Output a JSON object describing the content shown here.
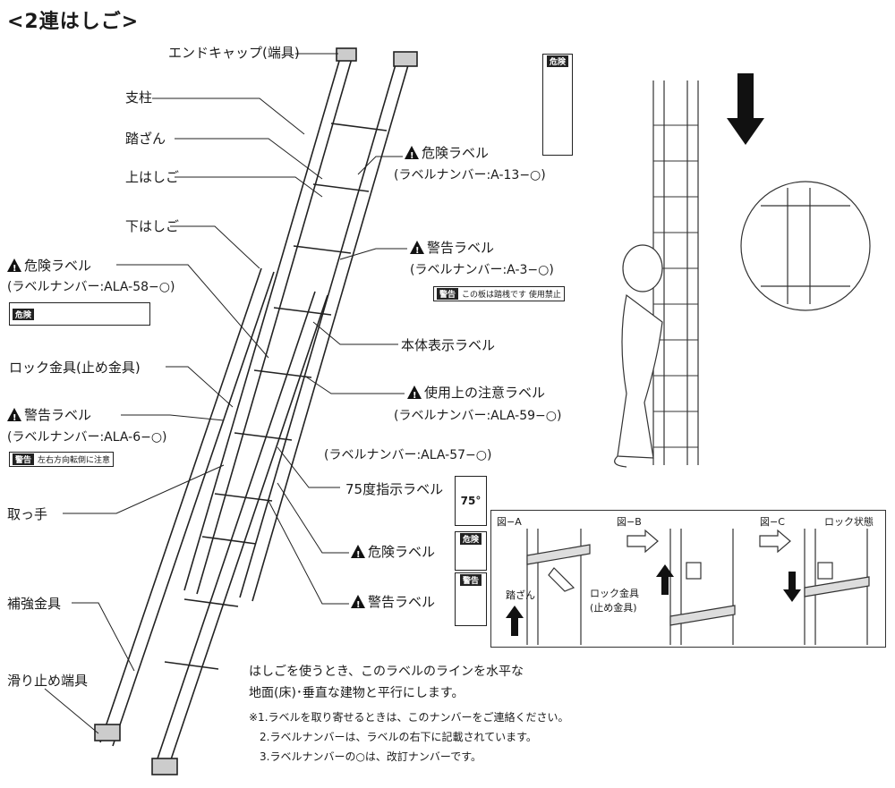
{
  "title": "<2連はしご>",
  "labels": {
    "end_cap": "エンドキャップ(端具)",
    "pillar": "支柱",
    "rung": "踏ざん",
    "upper_ladder": "上はしご",
    "lower_ladder": "下はしご",
    "danger_left": "危険ラベル",
    "danger_left_num": "(ラベルナンバー:ALA-58−○)",
    "lock": "ロック金具(止め金具)",
    "warning_left": "警告ラベル",
    "warning_left_num": "(ラベルナンバー:ALA-6−○)",
    "handle": "取っ手",
    "reinforce": "補強金具",
    "antislip": "滑り止め端具",
    "danger_top": "危険ラベル",
    "danger_top_num": "(ラベルナンバー:A-13−○)",
    "warning_mid": "警告ラベル",
    "warning_mid_num": "(ラベルナンバー:A-3−○)",
    "body_label": "本体表示ラベル",
    "usage_label": "使用上の注意ラベル",
    "usage_num": "(ラベルナンバー:ALA-59−○)",
    "num57": "(ラベルナンバー:ALA-57−○)",
    "degree75": "75度指示ラベル",
    "danger_bottom": "危険ラベル",
    "warning_bottom": "警告ラベル"
  },
  "tags": {
    "warning_head": "警告",
    "danger_head": "危険",
    "warning_mid_text": "この板は踏桟です 使用禁止",
    "warning_left_text": "左右方向転倒に注意",
    "label_75": "75°"
  },
  "inset": {
    "fig_a": "図−A",
    "fig_b": "図−B",
    "fig_c": "図−C",
    "locked": "ロック状態",
    "rung": "踏ざん",
    "lock1": "ロック金具",
    "lock2": "(止め金具)"
  },
  "notes": {
    "line1": "はしごを使うとき、このラベルのラインを水平な",
    "line2": "地面(床)･垂直な建物と平行にします。",
    "n1": "※1.ラベルを取り寄せるときは、このナンバーをご連絡ください。",
    "n2": "2.ラベルナンバーは、ラベルの右下に記載されています。",
    "n3": "3.ラベルナンバーの○は、改訂ナンバーです。"
  }
}
